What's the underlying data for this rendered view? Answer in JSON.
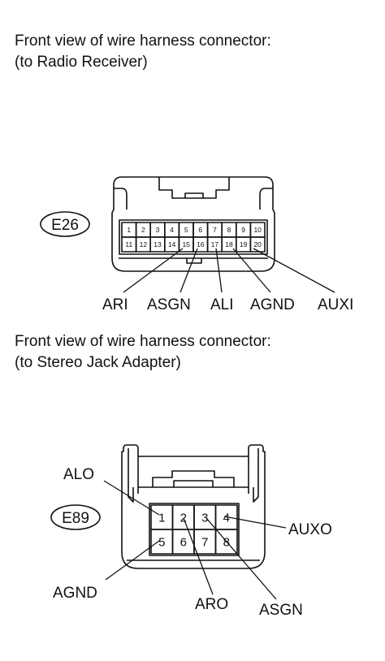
{
  "connector_e26": {
    "caption_line1": "Front view of wire harness connector:",
    "caption_line2": "(to Radio Receiver)",
    "id": "E26",
    "pins_top": [
      "1",
      "2",
      "3",
      "4",
      "5",
      "6",
      "7",
      "8",
      "9",
      "10"
    ],
    "pins_bottom": [
      "11",
      "12",
      "13",
      "14",
      "15",
      "16",
      "17",
      "18",
      "19",
      "20"
    ],
    "signals": {
      "ari": "ARI",
      "asgn": "ASGN",
      "ali": "ALI",
      "agnd": "AGND",
      "auxi": "AUXI"
    }
  },
  "connector_e89": {
    "caption_line1": "Front view of wire harness connector:",
    "caption_line2": "(to Stereo Jack Adapter)",
    "id": "E89",
    "pins_top": [
      "1",
      "2",
      "3",
      "4"
    ],
    "pins_bottom": [
      "5",
      "6",
      "7",
      "8"
    ],
    "signals": {
      "alo": "ALO",
      "auxo": "AUXO",
      "agnd": "AGND",
      "aro": "ARO",
      "asgn": "ASGN"
    }
  }
}
